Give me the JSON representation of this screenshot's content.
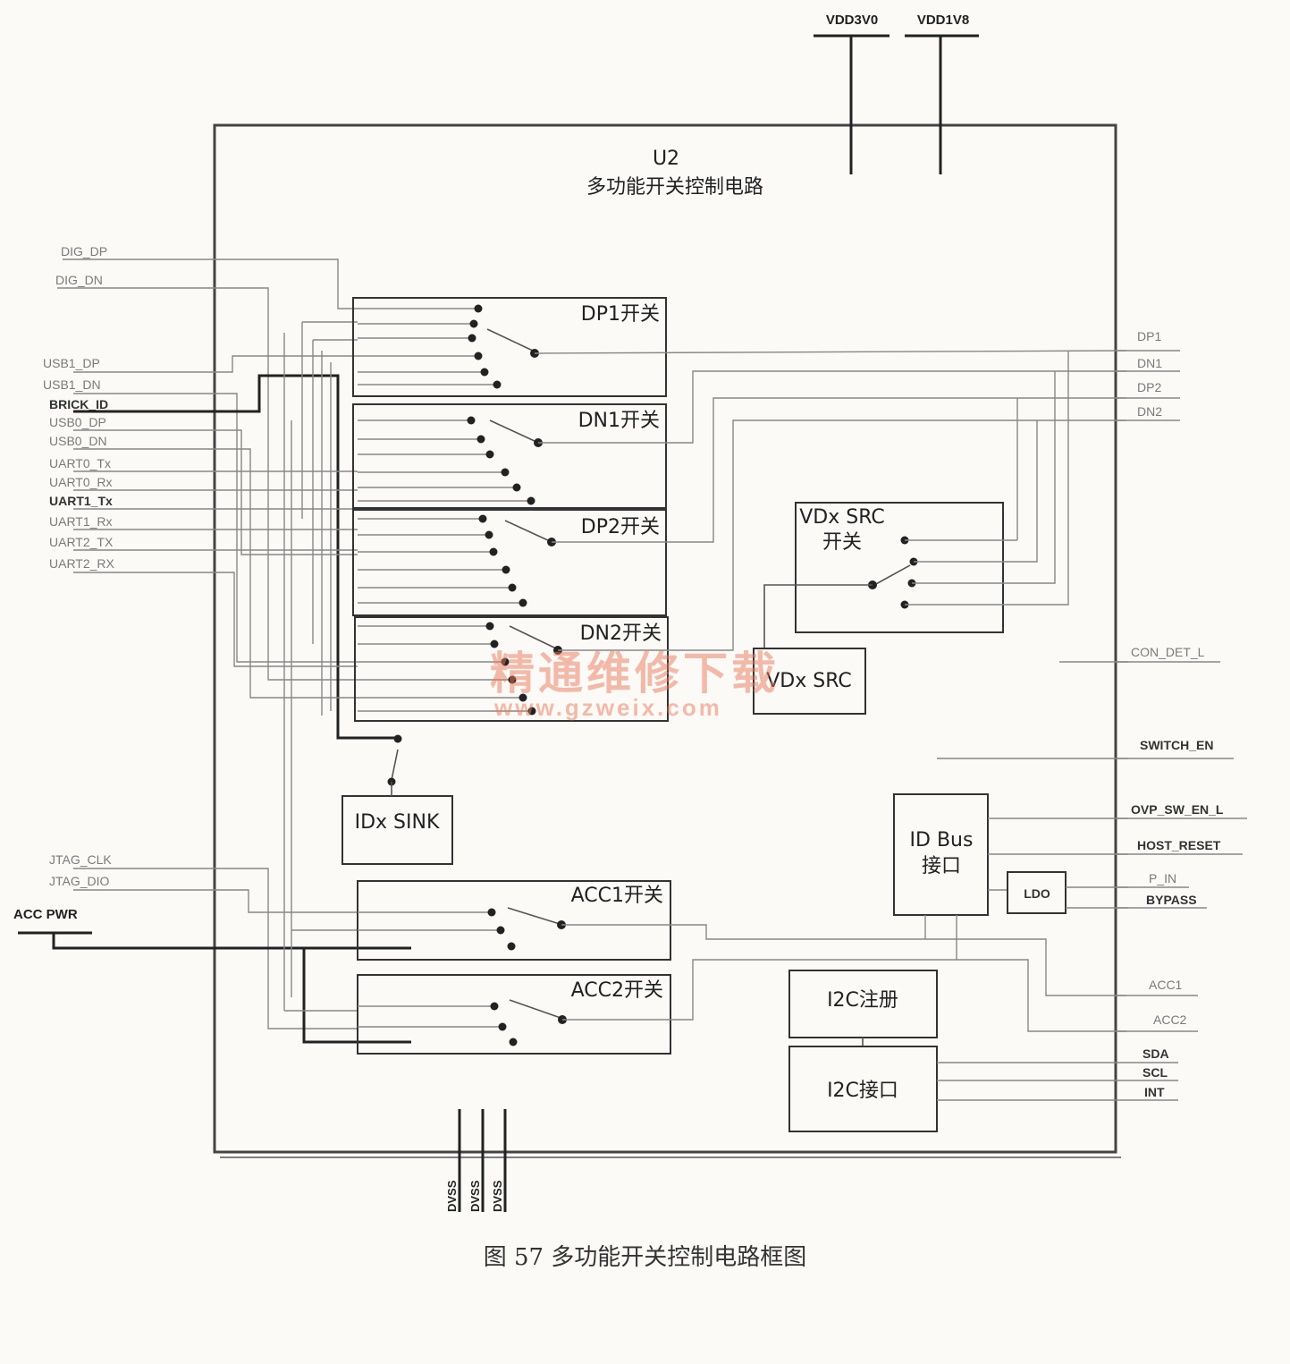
{
  "chip": {
    "designator": "U2",
    "name": "多功能开关控制电路"
  },
  "power_rails": [
    "VDD3V0",
    "VDD1V8"
  ],
  "ground_pins": [
    "DVSS",
    "DVSS",
    "DVSS"
  ],
  "left_signals": {
    "dig_dp": "DIG_DP",
    "dig_dn": "DIG_DN",
    "usb1_dp": "USB1_DP",
    "usb1_dn": "USB1_DN",
    "brick_id": "BRICK_ID",
    "usb0_dp": "USB0_DP",
    "usb0_dn": "USB0_DN",
    "uart0_tx": "UART0_Tx",
    "uart0_rx": "UART0_Rx",
    "uart1_tx": "UART1_Tx",
    "uart1_rx": "UART1_Rx",
    "uart2_tx": "UART2_TX",
    "uart2_rx": "UART2_RX",
    "jtag_clk": "JTAG_CLK",
    "jtag_dio": "JTAG_DIO",
    "acc_pwr": "ACC PWR"
  },
  "right_signals": {
    "dp1": "DP1",
    "dn1": "DN1",
    "dp2": "DP2",
    "dn2": "DN2",
    "con_det_l": "CON_DET_L",
    "switch_en": "SWITCH_EN",
    "ovp_sw_en_l": "OVP_SW_EN_L",
    "host_reset": "HOST_RESET",
    "p_in": "P_IN",
    "bypass": "BYPASS",
    "acc1": "ACC1",
    "acc2": "ACC2",
    "sda": "SDA",
    "scl": "SCL",
    "int": "INT"
  },
  "blocks": {
    "dp1_switch": "DP1开关",
    "dn1_switch": "DN1开关",
    "dp2_switch": "DP2开关",
    "dn2_switch": "DN2开关",
    "vdx_src_switch_line1": "VDx SRC",
    "vdx_src_switch_line2": "开关",
    "vdx_src": "VDx SRC",
    "idx_sink": "IDx SINK",
    "acc1_switch": "ACC1开关",
    "acc2_switch": "ACC2开关",
    "id_bus_line1": "ID Bus",
    "id_bus_line2": "接口",
    "ldo": "LDO",
    "i2c_register": "I2C注册",
    "i2c_interface": "I2C接口"
  },
  "watermark": {
    "text": "精通维修下载",
    "url": "www.gzweix.com"
  },
  "caption": "图 57    多功能开关控制电路框图"
}
